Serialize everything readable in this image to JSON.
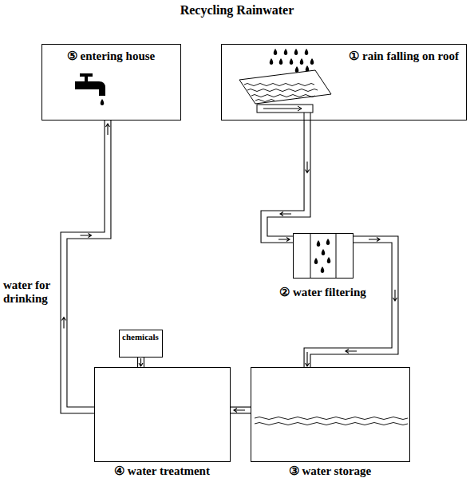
{
  "diagram": {
    "title": "Recycling Rainwater",
    "nodes": [
      {
        "text": [
          "⑤ entering house"
        ]
      },
      {
        "text": [
          "① rain falling on roof"
        ]
      },
      {
        "text": [
          "② water filtering"
        ]
      },
      {
        "text": [
          "chemicals"
        ]
      },
      {
        "text": [
          "④ water treatment"
        ]
      },
      {
        "text": [
          "③ water storage"
        ]
      }
    ],
    "edges": [
      {
        "from": 1,
        "to": 2,
        "arrow": "to"
      },
      {
        "from": 2,
        "to": 5,
        "arrow": "to"
      },
      {
        "from": 5,
        "to": 4,
        "arrow": "to"
      },
      {
        "from": 3,
        "to": 4,
        "arrow": "to"
      },
      {
        "from": 4,
        "to": 0,
        "arrow": "to",
        "label": "water for drinking"
      }
    ]
  }
}
